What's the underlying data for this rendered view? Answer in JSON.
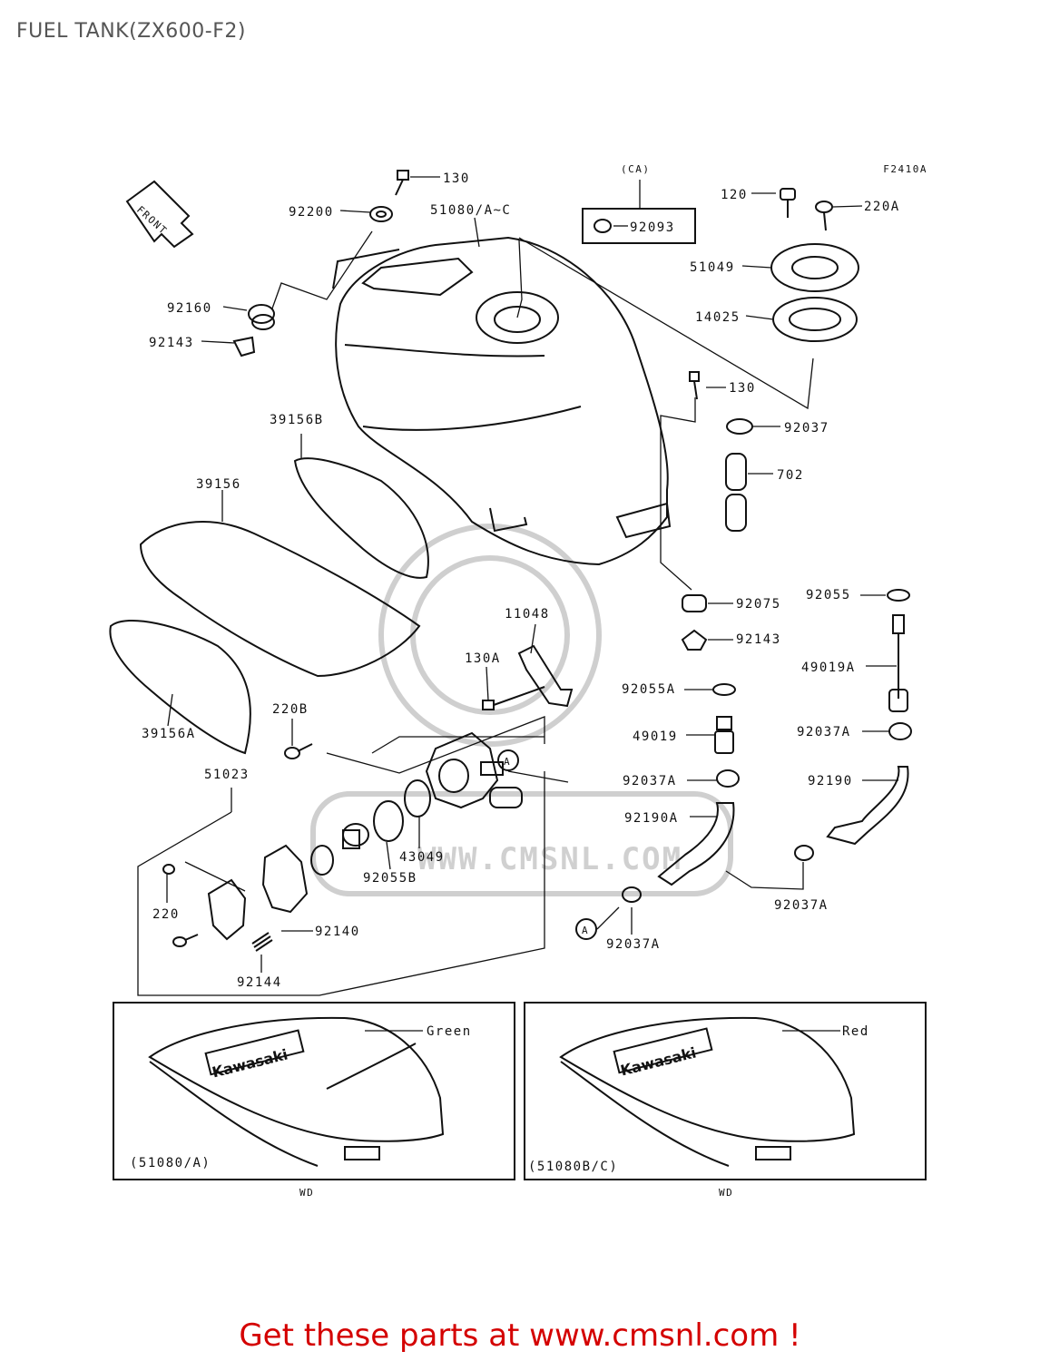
{
  "title": "FUEL TANK(ZX600-F2)",
  "figure_code": "F2410A",
  "front_label": "FRONT",
  "ca_label": "(CA)",
  "circle_marker": "A",
  "watermark": "WWW.CMSNL.COM",
  "parts": {
    "p130_top": "130",
    "p92200": "92200",
    "p51080": "51080/A~C",
    "p92093": "92093",
    "p120": "120",
    "p220A": "220A",
    "p51049": "51049",
    "p14025": "14025",
    "p92160": "92160",
    "p92143_top": "92143",
    "p130_mid": "130",
    "p92037": "92037",
    "p702": "702",
    "p39156B": "39156B",
    "p39156": "39156",
    "p92075": "92075",
    "p92055": "92055",
    "p92143_mid": "92143",
    "p11048": "11048",
    "p130A": "130A",
    "p49019A": "49019A",
    "p92055A": "92055A",
    "p39156A": "39156A",
    "p220B": "220B",
    "p49019": "49019",
    "p92037A_r": "92037A",
    "p51023": "51023",
    "p92037A_c": "92037A",
    "p92190": "92190",
    "p43049": "43049",
    "p92190A": "92190A",
    "p92055B": "92055B",
    "p220": "220",
    "p92037A_br": "92037A",
    "p92140": "92140",
    "p92037A_b": "92037A",
    "p92144": "92144"
  },
  "variants": [
    {
      "code": "(51080/A)",
      "color": "Green",
      "note": "WD",
      "brand": "Kawasaki"
    },
    {
      "code": "(51080B/C)",
      "color": "Red",
      "note": "WD",
      "brand": "Kawasaki"
    }
  ],
  "cta": "Get these parts at www.cmsnl.com !"
}
